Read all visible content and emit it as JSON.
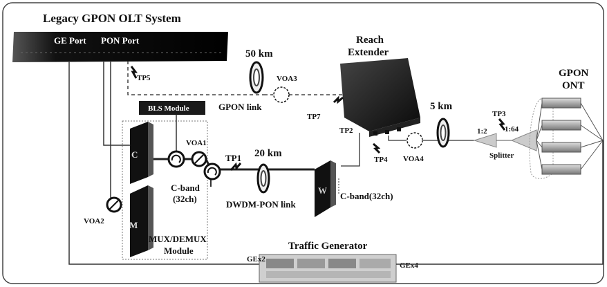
{
  "title": "Legacy GPON OLT System",
  "olt": {
    "ge_port": "GE Port",
    "pon_port": "PON Port"
  },
  "reach_extender": {
    "line1": "Reach",
    "line2": "Extender"
  },
  "gpon_ont": {
    "line1": "GPON",
    "line2": "ONT"
  },
  "fibers": {
    "f50": "50 km",
    "f20": "20 km",
    "f5": "5 km"
  },
  "voa": {
    "voa1": "VOA1",
    "voa2": "VOA2",
    "voa3": "VOA3",
    "voa4": "VOA4"
  },
  "tp": {
    "tp1": "TP1",
    "tp2": "TP2",
    "tp3": "TP3",
    "tp4": "TP4",
    "tp5": "TP5",
    "tp7": "TP7"
  },
  "links": {
    "gpon": "GPON link",
    "dwdm": "DWDM-PON link"
  },
  "bls": "BLS Module",
  "mux": {
    "line1": "MUX/DEMUX",
    "line2": "Module",
    "c_letter": "C",
    "m_letter": "M",
    "w_letter": "W"
  },
  "cband_left": {
    "line1": "C-band",
    "line2": "(32ch)"
  },
  "cband_right": "C-band(32ch)",
  "splitter": {
    "label": "Splitter",
    "ratio1": "1:2",
    "ratio2": "1:64"
  },
  "traffic": {
    "title": "Traffic Generator",
    "left": "GEx2",
    "right": "GEx4"
  }
}
